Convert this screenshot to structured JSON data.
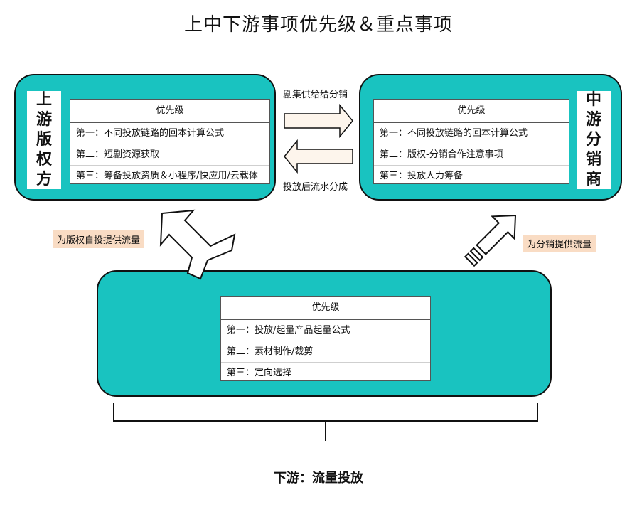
{
  "title": "上中下游事项优先级＆重点事项",
  "upstream": {
    "label": [
      "上",
      "游",
      "版",
      "权",
      "方"
    ],
    "list_header": "优先级",
    "items": [
      "第一：不同投放链路的回本计算公式",
      "第二：短剧资源获取",
      "第三：筹备投放资质＆小程序/快应用/云载体"
    ]
  },
  "midstream": {
    "label": [
      "中",
      "游",
      "分",
      "销",
      "商"
    ],
    "list_header": "优先级",
    "items": [
      "第一：不同投放链路的回本计算公式",
      "第二：版权-分销合作注意事项",
      "第三：投放人力筹备"
    ]
  },
  "downstream": {
    "list_header": "优先级",
    "items": [
      "第一：投放/起量产品起量公式",
      "第二：素材制作/裁剪",
      "第三：定向选择"
    ],
    "bottom_label": "下游：流量投放"
  },
  "flows": {
    "up_to_mid": "剧集供给给分销",
    "mid_to_up": "投放后流水分成",
    "down_to_up": "为版权自投提供流量",
    "down_to_mid": "为分销提供流量"
  },
  "colors": {
    "panel": "#19c3c0",
    "tag": "#f9dcc4",
    "arrow_fill": "#fdf5ec"
  }
}
